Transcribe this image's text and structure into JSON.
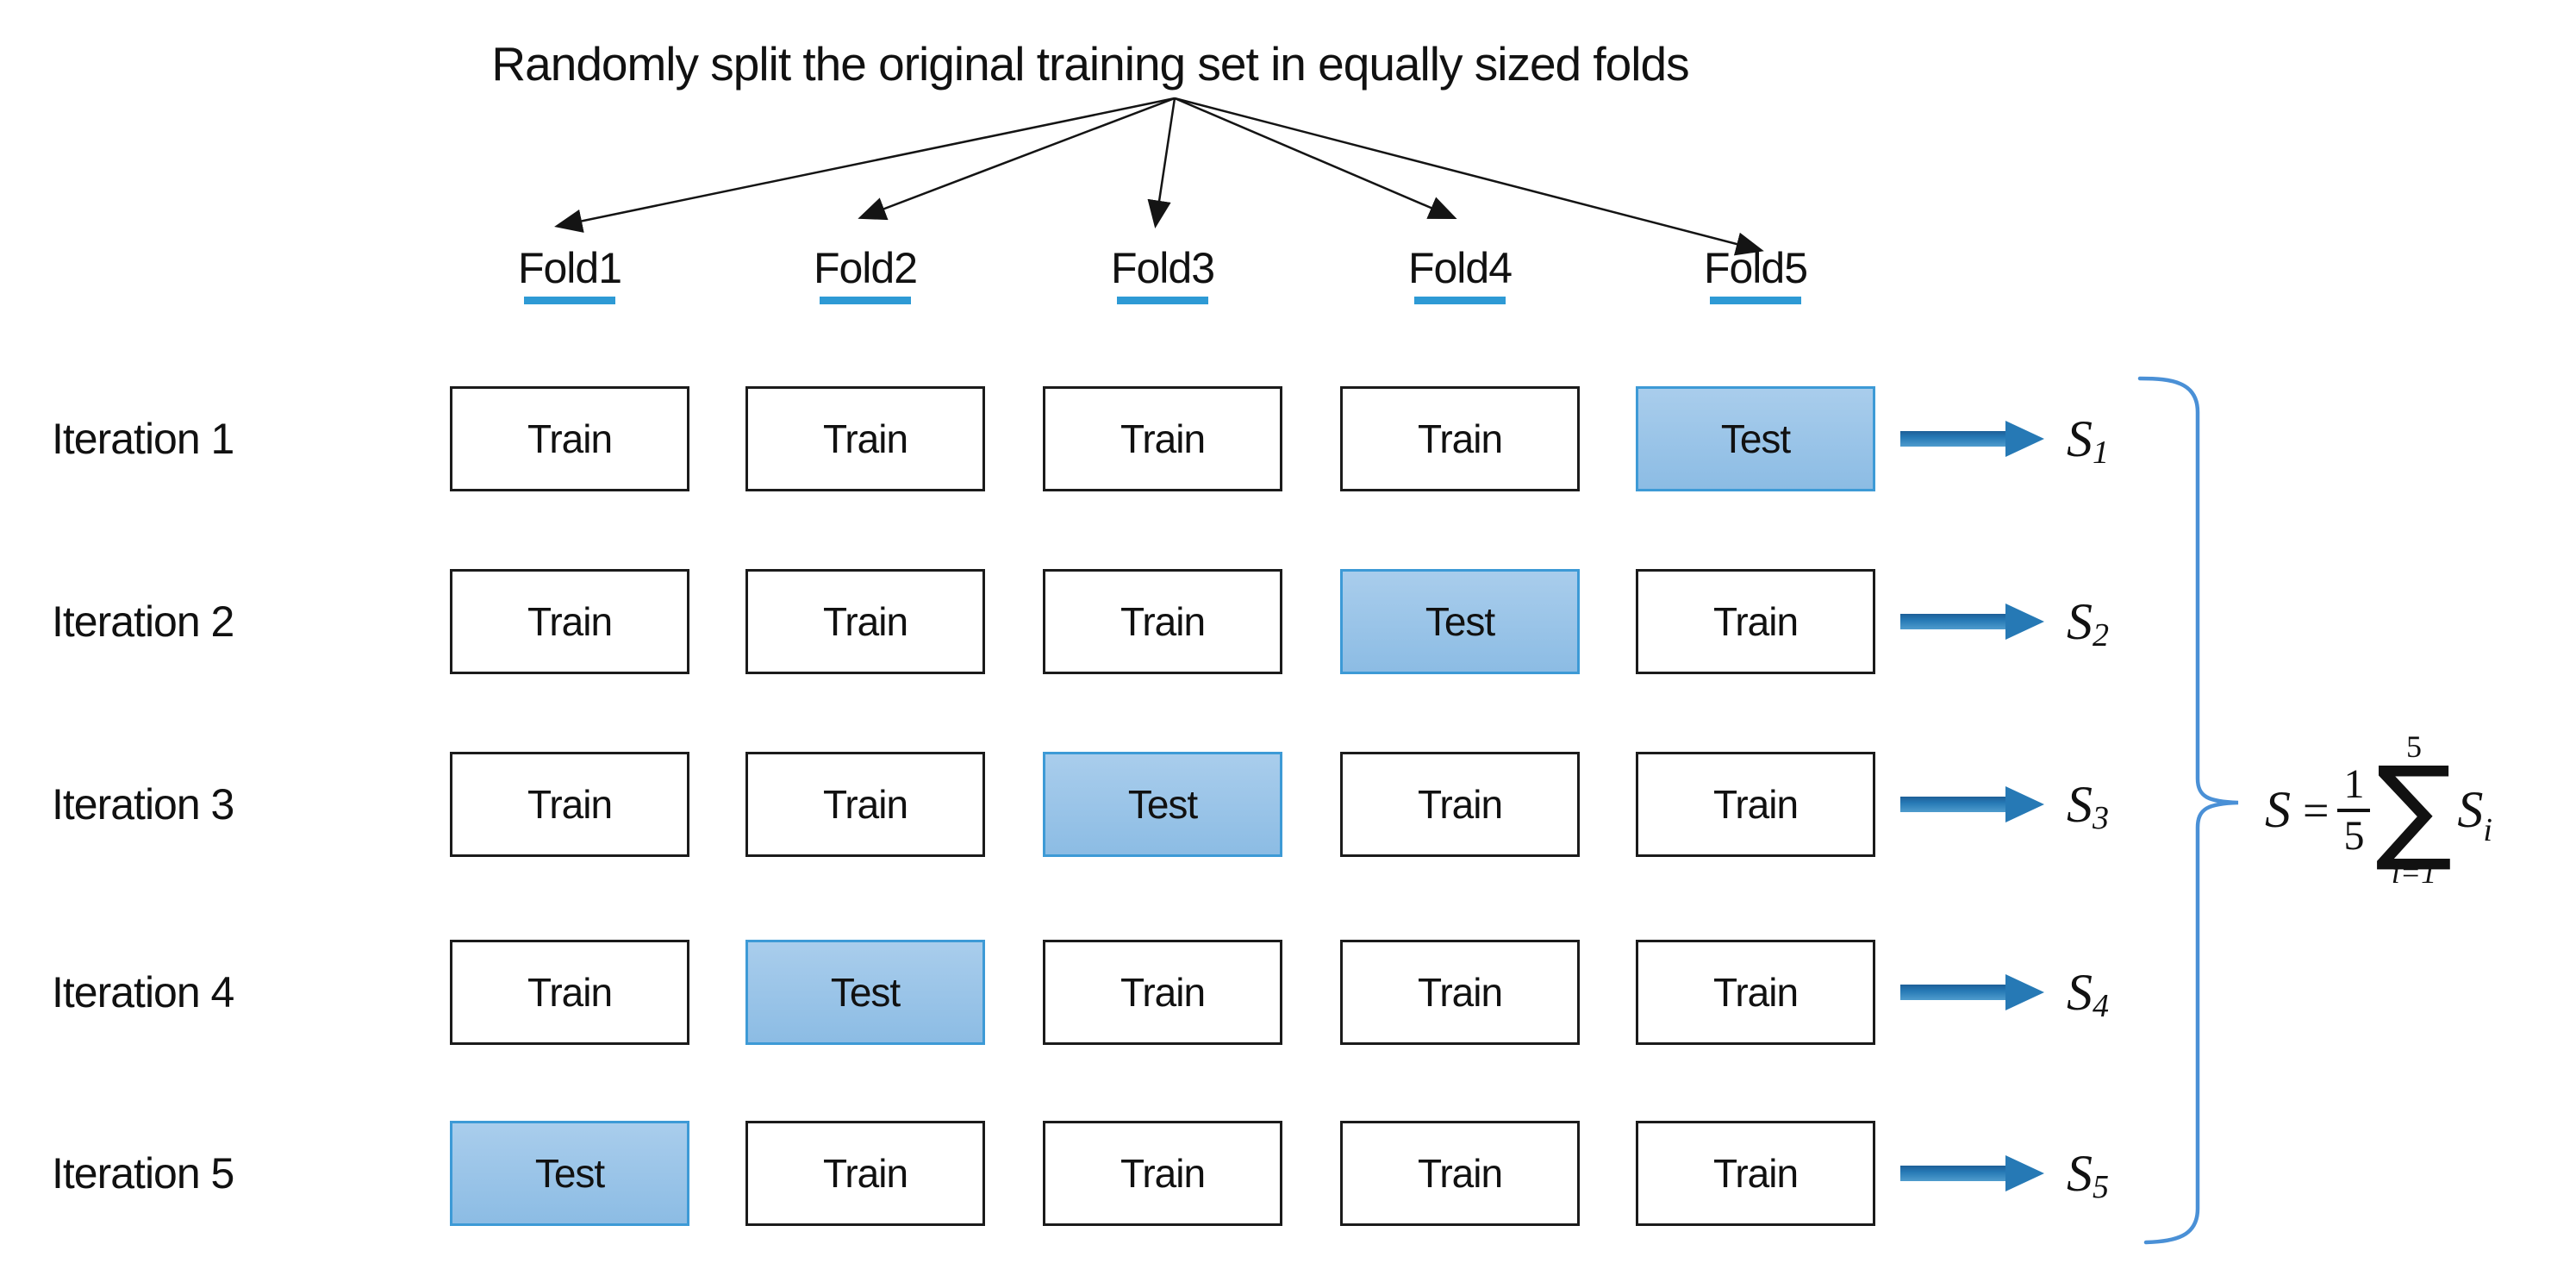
{
  "title": {
    "text": "Randomly split the original training set in equally sized folds"
  },
  "folds": [
    {
      "label": "Fold1"
    },
    {
      "label": "Fold2"
    },
    {
      "label": "Fold3"
    },
    {
      "label": "Fold4"
    },
    {
      "label": "Fold5"
    }
  ],
  "iterations": [
    {
      "label": "Iteration 1",
      "cells": [
        "Train",
        "Train",
        "Train",
        "Train",
        "Test"
      ],
      "result": {
        "base": "S",
        "sub": "1"
      }
    },
    {
      "label": "Iteration 2",
      "cells": [
        "Train",
        "Train",
        "Train",
        "Test",
        "Train"
      ],
      "result": {
        "base": "S",
        "sub": "2"
      }
    },
    {
      "label": "Iteration 3",
      "cells": [
        "Train",
        "Train",
        "Test",
        "Train",
        "Train"
      ],
      "result": {
        "base": "S",
        "sub": "3"
      }
    },
    {
      "label": "Iteration 4",
      "cells": [
        "Train",
        "Test",
        "Train",
        "Train",
        "Train"
      ],
      "result": {
        "base": "S",
        "sub": "4"
      }
    },
    {
      "label": "Iteration 5",
      "cells": [
        "Test",
        "Train",
        "Train",
        "Train",
        "Train"
      ],
      "result": {
        "base": "S",
        "sub": "5"
      }
    }
  ],
  "formula": {
    "lhs": "S",
    "equals": "=",
    "numerator": "1",
    "denominator": "5",
    "sum_upper": "5",
    "sum_symbol": "∑",
    "sum_lower": "i=1",
    "term_base": "S",
    "term_sub": "i"
  },
  "colors": {
    "text": "#111111",
    "box_border": "#1b1b1b",
    "test_fill_top": "#a9cdec",
    "test_fill_bottom": "#8cbce4",
    "test_border": "#3d9ad6",
    "fold_underline": "#2e9ad5",
    "result_arrow": "#2679b5",
    "brace": "#4a90d6",
    "split_arrow": "#141414"
  }
}
